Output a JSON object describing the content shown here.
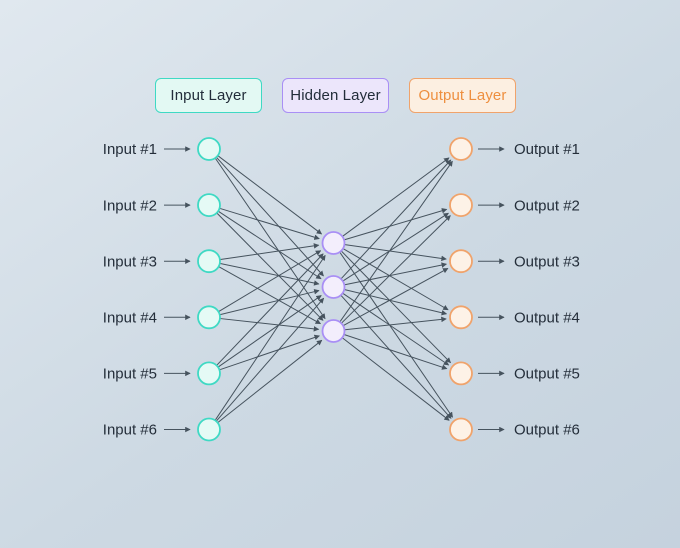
{
  "legend": {
    "items": [
      {
        "label": "Input Layer",
        "border": "#3fd9c4",
        "fill": "#e3f9f3",
        "text": "#222d3a"
      },
      {
        "label": "Hidden Layer",
        "border": "#a98ff5",
        "fill": "#ece6fb",
        "text": "#222d3a"
      },
      {
        "label": "Output Layer",
        "border": "#f0a36b",
        "fill": "#fcefe1",
        "text": "#ee8f3f"
      }
    ]
  },
  "network": {
    "input_labels": [
      "Input #1",
      "Input #2",
      "Input #3",
      "Input #4",
      "Input #5",
      "Input #6"
    ],
    "output_labels": [
      "Output #1",
      "Output #2",
      "Output #3",
      "Output #4",
      "Output #5",
      "Output #6"
    ],
    "hidden_count": 3,
    "node_styles": {
      "input": {
        "border": "#3fd9c4",
        "fill": "#e5faf5"
      },
      "hidden": {
        "border": "#a98ff5",
        "fill": "#f3eefc"
      },
      "output": {
        "border": "#f0a36b",
        "fill": "#fdf2e7"
      }
    },
    "edge_color": "#46535e",
    "label_color": "#242e3a"
  }
}
